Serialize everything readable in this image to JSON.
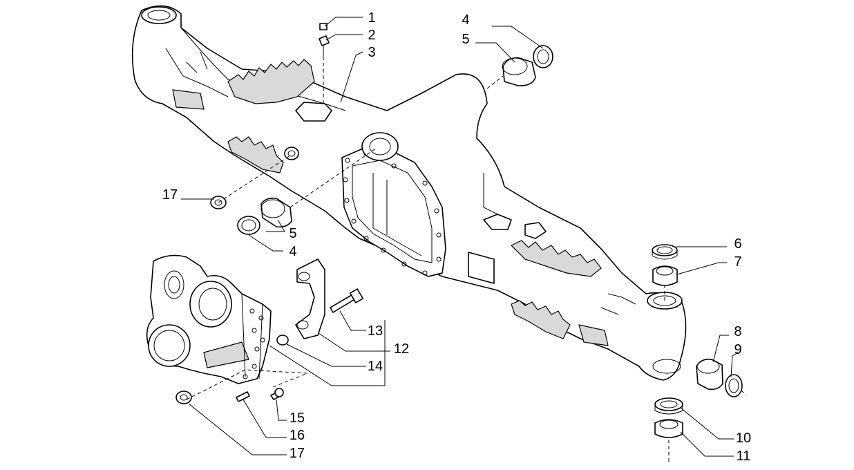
{
  "diagram": {
    "type": "exploded-parts-view",
    "callouts": [
      {
        "id": "c1",
        "text": "1"
      },
      {
        "id": "c2",
        "text": "2"
      },
      {
        "id": "c3",
        "text": "3"
      },
      {
        "id": "c4a",
        "text": "4"
      },
      {
        "id": "c5a",
        "text": "5"
      },
      {
        "id": "c4b",
        "text": "4"
      },
      {
        "id": "c5b",
        "text": "5"
      },
      {
        "id": "c6",
        "text": "6"
      },
      {
        "id": "c7",
        "text": "7"
      },
      {
        "id": "c8",
        "text": "8"
      },
      {
        "id": "c9",
        "text": "9"
      },
      {
        "id": "c10",
        "text": "10"
      },
      {
        "id": "c11",
        "text": "11"
      },
      {
        "id": "c12",
        "text": "12"
      },
      {
        "id": "c13",
        "text": "13"
      },
      {
        "id": "c14",
        "text": "14"
      },
      {
        "id": "c15",
        "text": "15"
      },
      {
        "id": "c16",
        "text": "16"
      },
      {
        "id": "c17a",
        "text": "17"
      },
      {
        "id": "c17b",
        "text": "17"
      }
    ]
  }
}
